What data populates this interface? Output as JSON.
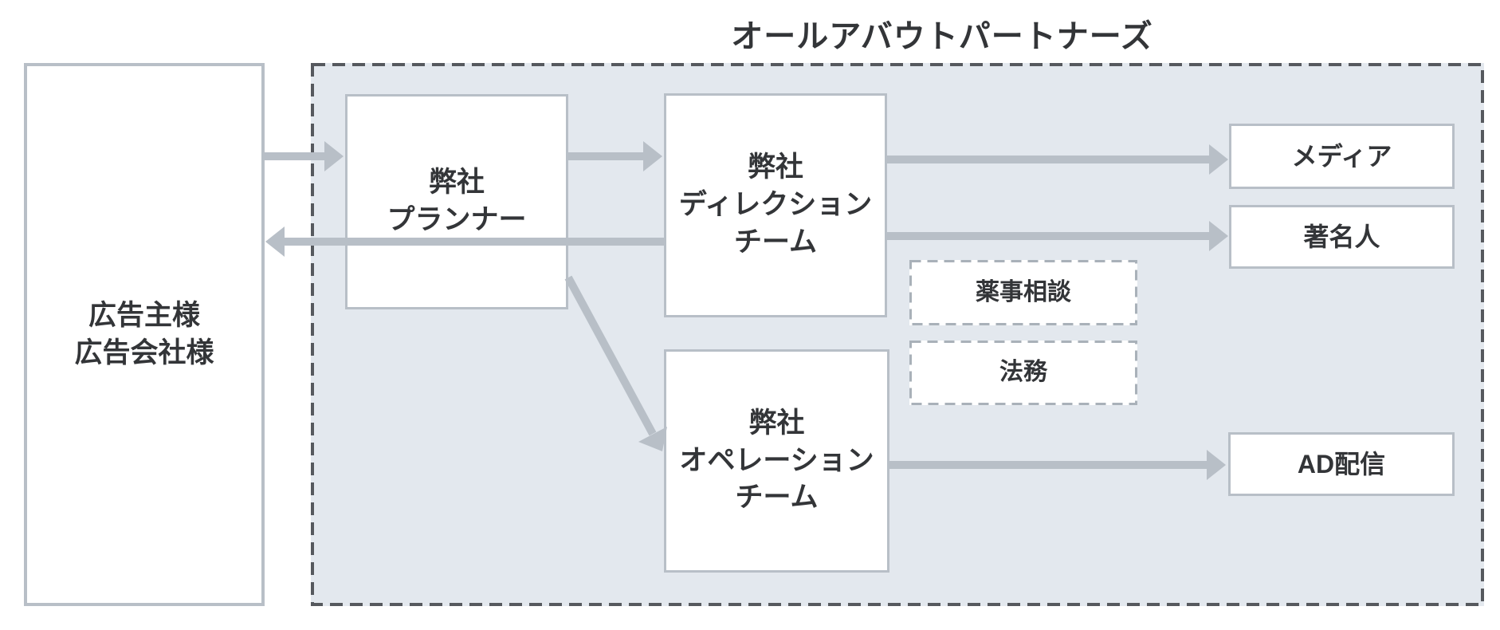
{
  "title": "オールアバウトパートナーズ",
  "nodes": {
    "client": {
      "label": "広告主様\n広告会社様"
    },
    "planner": {
      "label": "弊社\nプランナー"
    },
    "direction": {
      "label": "弊社\nディレクション\nチーム"
    },
    "operation": {
      "label": "弊社\nオペレーション\nチーム"
    },
    "pharma": {
      "label": "薬事相談"
    },
    "legal": {
      "label": "法務"
    },
    "media": {
      "label": "メディア"
    },
    "celebrity": {
      "label": "著名人"
    },
    "ad": {
      "label": "AD配信"
    }
  },
  "edges": [
    {
      "from": "client",
      "to": "planner"
    },
    {
      "from": "direction",
      "to": "client"
    },
    {
      "from": "planner",
      "to": "direction"
    },
    {
      "from": "direction",
      "to": "media"
    },
    {
      "from": "direction",
      "to": "celebrity"
    },
    {
      "from": "planner",
      "to": "operation"
    },
    {
      "from": "operation",
      "to": "ad"
    }
  ],
  "colors": {
    "container_fill": "#e3e8ee",
    "container_dash": "#56595e",
    "inner_dash": "#a9b1b9",
    "box_border": "#b8bfc7",
    "arrow": "#b8bfc7",
    "text": "#333538",
    "background": "#ffffff"
  }
}
